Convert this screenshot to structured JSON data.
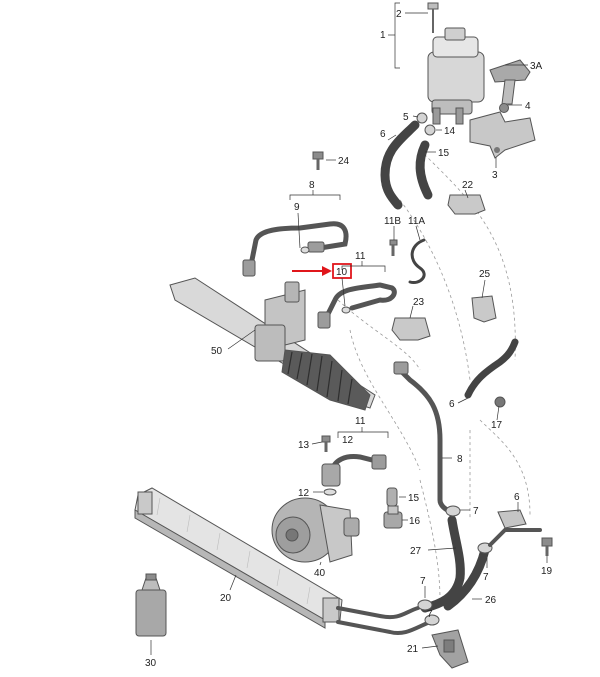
{
  "diagram": {
    "highlight_color": "#e0161b",
    "part_fill": "#d7d7d7",
    "part_dark": "#8c8c8c",
    "callouts": {
      "c1": "1",
      "c2": "2",
      "c3": "3",
      "c3A": "3A",
      "c4": "4",
      "c5": "5",
      "c6a": "6",
      "c6b": "6",
      "c6c": "6",
      "c7a": "7",
      "c7b": "7",
      "c7c": "7",
      "c7d": "7",
      "c8a": "8",
      "c8b": "8",
      "c9": "9",
      "c10": "10",
      "c11a": "11",
      "c11b": "11",
      "c11A": "11A",
      "c11B": "11B",
      "c12a": "12",
      "c12b": "12",
      "c13": "13",
      "c14": "14",
      "c15a": "15",
      "c15b": "15",
      "c16": "16",
      "c17": "17",
      "c19": "19",
      "c20": "20",
      "c21": "21",
      "c22": "22",
      "c23": "23",
      "c24": "24",
      "c25": "25",
      "c26": "26",
      "c27": "27",
      "c30": "30",
      "c40": "40",
      "c50": "50"
    }
  }
}
